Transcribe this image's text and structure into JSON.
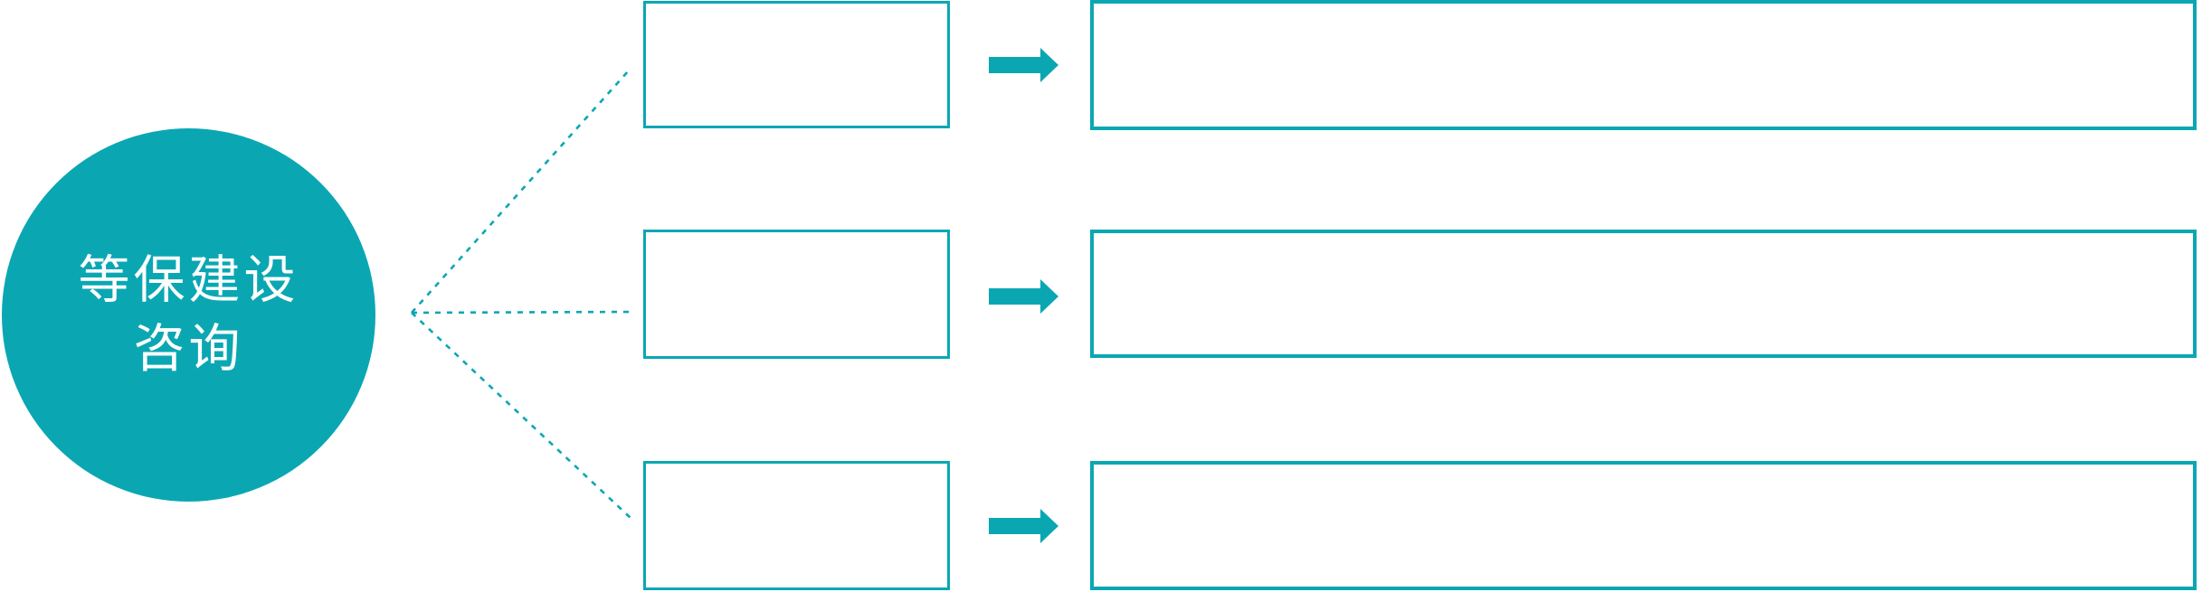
{
  "diagram": {
    "colors": {
      "accent": "#0aa7b3",
      "circle_text": "#ffffff",
      "background": "#ffffff"
    },
    "circle": {
      "line1": "等保建设",
      "line2": "咨询"
    },
    "rows": [
      {
        "middle_label": "",
        "right_label": ""
      },
      {
        "middle_label": "",
        "right_label": ""
      },
      {
        "middle_label": "",
        "right_label": ""
      }
    ],
    "icons": {
      "arrow": "right-block-arrow",
      "connector": "dotted-ray-line"
    }
  }
}
